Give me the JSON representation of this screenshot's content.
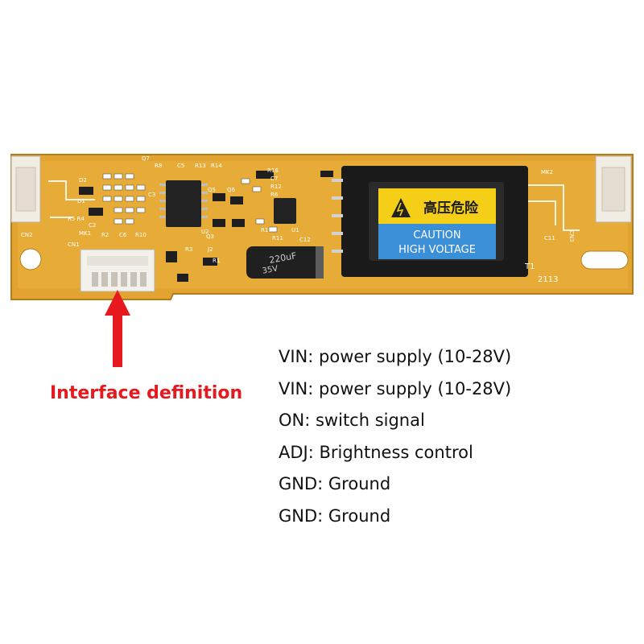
{
  "board": {
    "chinese_warning": "高压危险",
    "caution_line1": "CAUTION",
    "caution_line2": "HIGH VOLTAGE",
    "capacitor_value": "220uF",
    "capacitor_voltage": "35V",
    "silkscreen": {
      "cn1": "CN1",
      "cn2": "CN2",
      "cn3": "CN3",
      "t1": "T1",
      "c12": "C12",
      "c11": "C11",
      "q7": "Q7",
      "r8": "R8",
      "c5": "C5",
      "r13": "R13",
      "r14": "R14",
      "r16": "R16",
      "c7": "C7",
      "r12": "R12",
      "r6": "R6",
      "c3": "C3",
      "q5": "Q5",
      "q6": "Q6",
      "d2": "D2",
      "d1": "D1",
      "r5r4": "R5 R4",
      "c2": "C2",
      "mk1": "MK1",
      "r2": "R2",
      "c6": "C6",
      "r10": "R10",
      "u1": "U1",
      "u2": "U2",
      "r17": "R17",
      "r11": "R11",
      "r3": "R3",
      "j2": "J2",
      "q3": "Q3",
      "r1": "R1",
      "mk2": "MK2",
      "code": "2113"
    }
  },
  "label": "Interface definition",
  "definitions": [
    "VIN: power supply (10-28V)",
    "VIN: power supply (10-28V)",
    "ON: switch signal",
    "ADJ: Brightness control",
    "GND: Ground",
    "GND: Ground"
  ],
  "colors": {
    "pcb": "#e8a935",
    "arrow": "#e5191e",
    "label": "#e5191e",
    "warning_yellow": "#f7d117",
    "warning_blue": "#3a8fd6"
  }
}
